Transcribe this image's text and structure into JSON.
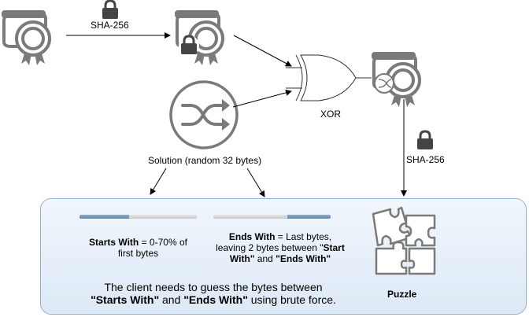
{
  "labels": {
    "hash_top": "SHA-256",
    "xor": "XOR",
    "solution": "Solution (random 32 bytes)",
    "hash_right": "SHA-256",
    "puzzle": "Puzzle"
  },
  "panel": {
    "starts_with": {
      "bold": "Starts With",
      "rest_line1": " = 0-70% of",
      "line2": "first bytes",
      "bar_fill_fraction": 0.42,
      "bar_fill_side": "left"
    },
    "ends_with": {
      "bold": "Ends With",
      "rest_line1": " = Last bytes,",
      "line2_a": "leaving 2 bytes between \"",
      "line2_b": "Start",
      "line3_a": "With\"",
      "line3_b": " and ",
      "line3_c": "\"Ends With\"",
      "bar_fill_fraction": 0.37,
      "bar_fill_side": "right"
    },
    "summary": {
      "line1": "The client needs to guess the bytes between",
      "b1": "\"Starts With\"",
      "mid": " and ",
      "b2": "\"Ends With\"",
      "tail": " using brute force."
    }
  },
  "colors": {
    "icon_gray": "#7a7a7a",
    "lock": "#444444",
    "panel_border": "#8fb0d8",
    "bar_fill": "#6787ad"
  },
  "icons": [
    "certificate-icon",
    "lock-icon",
    "shuffle-icon",
    "xor-gate-icon",
    "puzzle-icon"
  ]
}
